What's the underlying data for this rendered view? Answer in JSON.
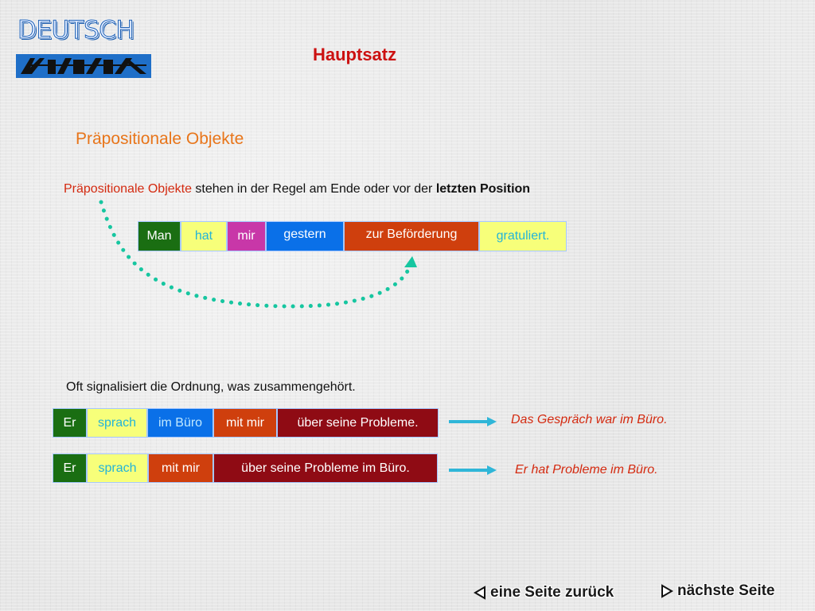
{
  "logo": {
    "word": "DEUTSCH",
    "wordmark": "ABSTRAKT"
  },
  "page": {
    "title": "Hauptsatz",
    "section_title": "Präpositionale Objekte"
  },
  "rule": {
    "highlight": "Präpositionale Objekte",
    "middle": " stehen in der Regel am Ende oder vor der ",
    "bold": "letzten Position"
  },
  "sentence1": {
    "cells": [
      "Man",
      "hat",
      "mir",
      "gestern",
      "zur Beförderung",
      "gratuliert."
    ]
  },
  "note": "Oft signalisiert die Ordnung, was zusammengehört.",
  "sentence2": {
    "cells": [
      "Er",
      "sprach",
      "im Büro",
      "mit mir",
      "über seine Probleme."
    ],
    "meaning": "Das Gespräch war im Büro."
  },
  "sentence3": {
    "cells": [
      "Er",
      "sprach",
      "mit mir",
      "über seine Probleme im Büro."
    ],
    "meaning": "Er hat Probleme im Büro."
  },
  "nav": {
    "back": "eine Seite zurück",
    "next": "nächste Seite"
  },
  "icons": {
    "back": "triangle-left-icon",
    "next": "triangle-right-icon",
    "arrow": "right-arrow-icon"
  },
  "colors": {
    "title": "#cc1111",
    "section": "#e8751a",
    "highlight": "#d42a10",
    "arc": "#16c6a0",
    "logo_blue": "#1f6fc8"
  }
}
